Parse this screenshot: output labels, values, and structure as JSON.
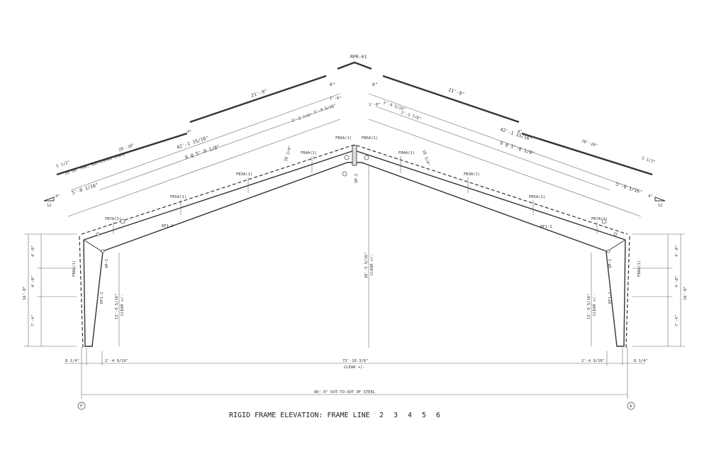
{
  "title": {
    "main": "RIGID FRAME ELEVATION: FRAME LINE",
    "lines": [
      "2",
      "3",
      "4",
      "5",
      "6"
    ]
  },
  "ridge": {
    "label": "RPR-01"
  },
  "roof_dims": {
    "panel_length_left": "21'-9\"",
    "panel_length_right": "21'-9\"",
    "ridge_offset_left": "6\"",
    "ridge_offset_right": "6\"",
    "purlin_length_left": "20'-10\"",
    "purlin_length_right": "20'-10\"",
    "eave_ext_left": "5 1/2\"",
    "eave_ext_right": "5 1/2\"",
    "step_left": "4\"",
    "step_right": "4\"",
    "sheeting_note": "26 Ga. PBR, Burnished Slate",
    "rafter_len_left": "42'-1 15/16\"",
    "rafter_len_right": "42'-1 15/16\"",
    "spacing_left": "6 @ 5'-0 1/8\"",
    "spacing_right": "6 @ 5'-0 1/8\"",
    "end_space_left": "5'-0 1/16\"",
    "end_space_right": "5'-0 1/16\"",
    "peak_a_left": "1'-0\"",
    "peak_b_left": "2'-3 7/8\"",
    "peak_c_left": "3'-9 5/16\"",
    "peak_a_right": "1'-0\"",
    "peak_b_right": "3'-9 5/16\"",
    "peak_c_right": "2'-3 7/8\"",
    "depth_left": "18 1/4\"",
    "depth_right": "18 1/4\""
  },
  "slope": {
    "rise": "4\"",
    "run": "12"
  },
  "flange_braces": {
    "fb7a": "FB7A(1)",
    "fb5a": "FB5A(1)",
    "fb3a": "FB3A(1)",
    "fb4a": "FB4A(1)",
    "fb6a": "FB6A(1)",
    "fb6a_b": "FB6A(1)",
    "fb4a_r": "FB4A(1)",
    "fb3a_r": "FB3A(1)",
    "fb5a_r": "FB5A(1)",
    "fb7a_r": "FB7A(1)",
    "fb8a_l": "FB8A(1)",
    "fb8a_r": "FB8A(1)"
  },
  "members": {
    "rafter_left": "RF1-2",
    "rafter_right": "RF1-2",
    "column_left": "RF1-1",
    "column_right": "RF1-1",
    "splice_left": "SP-1",
    "splice_right": "SP-1",
    "splice_ridge": "SP-2"
  },
  "vertical_dims": {
    "height_total_left": "16'-0\"",
    "height_total_right": "16'-0\"",
    "girt_1_left": "4'-8\"",
    "girt_2_left": "4'-0\"",
    "girt_3_left": "7'-4\"",
    "girt_1_right": "4'-8\"",
    "girt_2_right": "4'-0\"",
    "girt_3_right": "7'-4\"",
    "eave_clear_left": "13'-9 5/16\"",
    "eave_clear_right": "13'-9 5/16\"",
    "clear_note": "CLEAR +/-",
    "ridge_clear": "26'-5 5/16\""
  },
  "horizontal_dims": {
    "col_left": "8 1/4\"",
    "col_right": "8 1/4\"",
    "offset_left": "2'-4 9/16\"",
    "offset_right": "2'-4 9/16\"",
    "clear_span": "73'-10 3/8\"",
    "clear_note": "CLEAR +/-",
    "out_to_out": "80'-0\" OUT-TO-OUT OF STEEL"
  },
  "grid": {
    "left": "F",
    "right": "A"
  }
}
